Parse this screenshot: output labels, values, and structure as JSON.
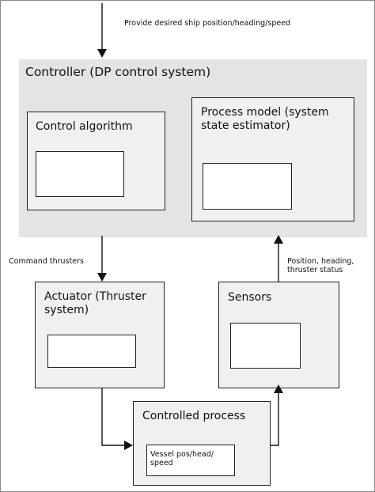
{
  "controller": {
    "title": "Controller (DP control system)"
  },
  "blocks": {
    "control_algorithm": {
      "title": "Control algorithm"
    },
    "process_model": {
      "title": "Process model (system\nstate estimator)"
    },
    "actuator": {
      "title": "Actuator (Thruster\nsystem)"
    },
    "sensors": {
      "title": "Sensors"
    },
    "controlled_process": {
      "title": "Controlled process",
      "inner_label": "Vessel pos/head/\nspeed"
    }
  },
  "arrow_labels": {
    "input": "Provide desired ship position/heading/speed",
    "command": "Command thrusters",
    "feedback": "Position, heading,\nthruster status"
  }
}
